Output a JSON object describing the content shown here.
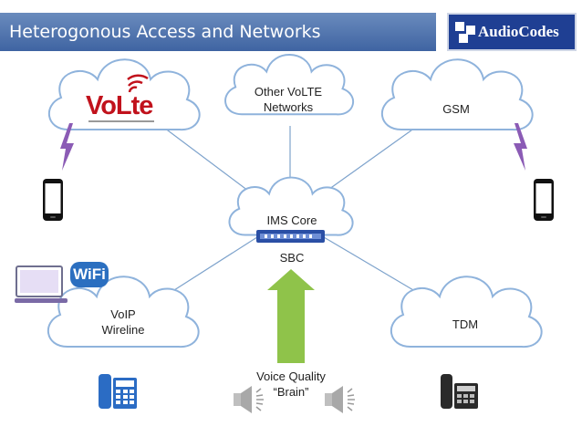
{
  "header": {
    "title": "Heterogonous Access and Networks",
    "logo_text": "AudioCodes"
  },
  "clouds": {
    "volte": {
      "logo_text": "VoLte"
    },
    "other_volte": {
      "line1": "Other VoLTE",
      "line2": "Networks"
    },
    "gsm": {
      "label": "GSM"
    },
    "ims_core": {
      "label": "IMS Core"
    },
    "voip": {
      "line1": "VoIP",
      "line2": "Wireline"
    },
    "tdm": {
      "label": "TDM"
    }
  },
  "sbc_label": "SBC",
  "wifi_label": "WiFi",
  "voice_quality": {
    "line1": "Voice Quality",
    "line2": "“Brain”"
  },
  "colors": {
    "header_blue": "#4a6fae",
    "cloud_stroke": "#8fb3dc",
    "link_line": "#7ea3cc",
    "lightning": "#8b5bb5",
    "arrow_green": "#8fc34a",
    "sbc_blue": "#2a4fa5",
    "phone_blue": "#2b6cc4",
    "volte_red": "#c1121c"
  },
  "icons": {
    "smartphone": "smartphone-icon",
    "laptop": "laptop-icon",
    "desk_phone": "desk-phone-icon",
    "speaker": "speaker-icon",
    "lightning": "lightning-icon",
    "sbc": "sbc-device-icon"
  }
}
